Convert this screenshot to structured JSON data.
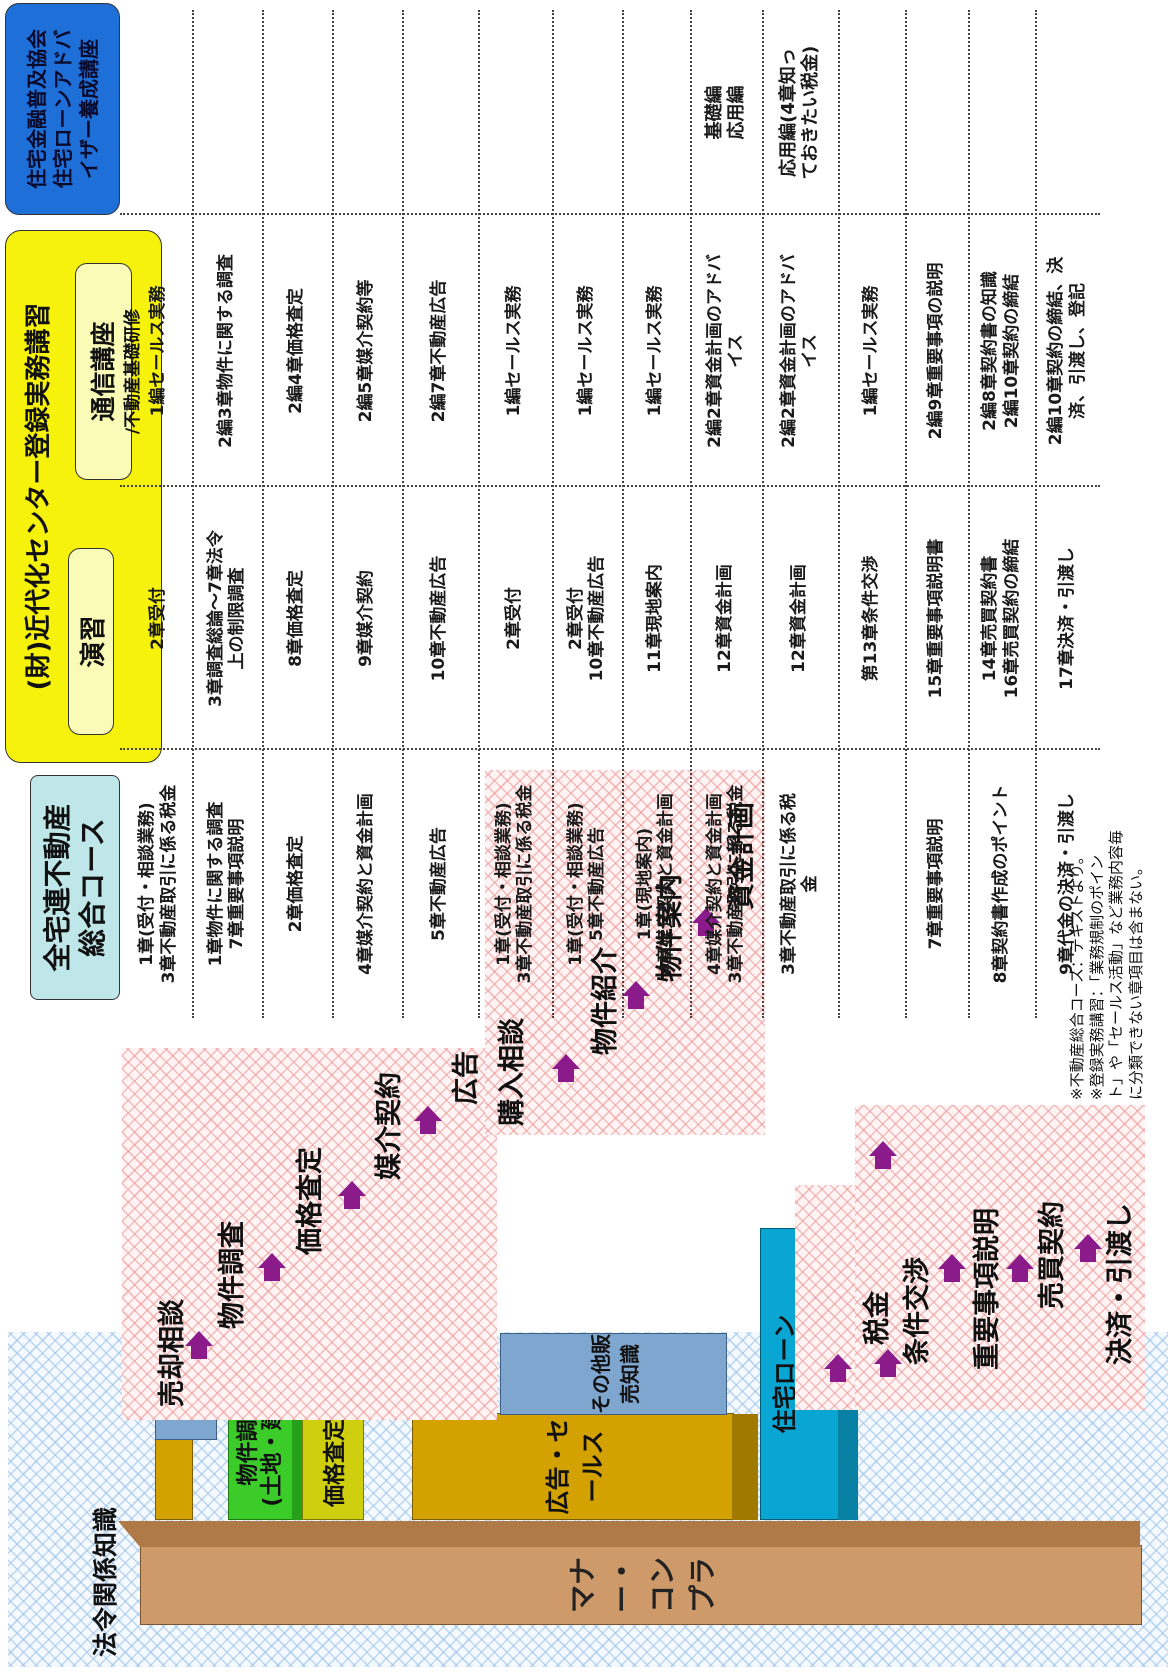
{
  "colors": {
    "zentaku_header": "#bfe7e9",
    "kinkaika_header": "#f7f20b",
    "kinkaika_sub": "#fbfbb8",
    "jhf_header": "#1f6fd8",
    "flow_arrow": "#8b1a8b",
    "base_block": "#cf9a6a",
    "kousoku_block": "#d3a200",
    "chousa_block": "#3ccc2a",
    "satei_block": "#cfcf10",
    "loan_block": "#0aa6d3",
    "other_block": "#7fa6cf"
  },
  "notes": {
    "line1": "※不動産総合コース：テキストより。",
    "line2": "※登録実務講習：「業務規制のポイン",
    "line3": "ト」や「セールス活動」など業務内容毎",
    "line4": "に分類できない章項目は含まない。"
  },
  "knowledge": {
    "title": "法令関係知識",
    "base": "マナー・コンプラ",
    "chousa": "物件調査\n(土地・建物)",
    "satei": "価格査定",
    "koukoku": "広告・セールス",
    "sonota": "その他販売知識",
    "loan": "住宅ローン\n知識"
  },
  "flow": {
    "sell": [
      "売却相談",
      "物件調査",
      "価格査定",
      "媒介契約",
      "広告"
    ],
    "buy": [
      "購入相談",
      "物件紹介",
      "物件案内",
      "資金計画"
    ],
    "tax": "税金",
    "deal": [
      "条件交渉",
      "重要事項説明",
      "売買契約",
      "決済・引渡し"
    ]
  },
  "headers": {
    "zentaku": "全宅連不動産\n総合コース",
    "kinkaika_title": "(財)近代化センター登録実務講習",
    "enshu": "演習",
    "tsushin_title": "通信講座",
    "tsushin_sub": "/不動産基礎研修",
    "jhf": "住宅金融普及協会\n住宅ローンアドバ\nイザー養成講座"
  },
  "rows": [
    {
      "zentaku": "1章(受付・相談業務)\n3章不動産取引に係る税金",
      "enshu": "2章受付",
      "tsushin": "1編セールス実務",
      "jhf": ""
    },
    {
      "zentaku": "1章物件に関する調査\n7章重要事項説明",
      "enshu": "3章調査総論～7章法令\n上の制限調査",
      "tsushin": "2編3章物件に関する調査",
      "jhf": ""
    },
    {
      "zentaku": "2章価格査定",
      "enshu": "8章価格査定",
      "tsushin": "2編4章価格査定",
      "jhf": ""
    },
    {
      "zentaku": "4章媒介契約と資金計画",
      "enshu": "9章媒介契約",
      "tsushin": "2編5章媒介契約等",
      "jhf": ""
    },
    {
      "zentaku": "5章不動産広告",
      "enshu": "10章不動産広告",
      "tsushin": "2編7章不動産広告",
      "jhf": ""
    },
    {
      "zentaku": "1章(受付・相談業務)\n3章不動産取引に係る税金",
      "enshu": "2章受付",
      "tsushin": "1編セールス実務",
      "jhf": ""
    },
    {
      "zentaku": "1章(受付・相談業務)\n5章不動産広告",
      "enshu": "2章受付\n10章不動産広告",
      "tsushin": "1編セールス実務",
      "jhf": ""
    },
    {
      "zentaku": "1章(現地案内)\n4章媒介契約と資金計画",
      "enshu": "11章現地案内",
      "tsushin": "1編セールス実務",
      "jhf": ""
    },
    {
      "zentaku": "4章媒介契約と資金計画\n3章不動産取引に係る税金",
      "enshu": "12章資金計画",
      "tsushin": "2編2章資金計画のアドバ\nイス",
      "jhf": "基礎編\n応用編"
    },
    {
      "zentaku": "3章不動産取引に係る税\n金",
      "enshu": "12章資金計画",
      "tsushin": "2編2章資金計画のアドバ\nイス",
      "jhf": "応用編(4章知っ\nておきたい税金)"
    },
    {
      "zentaku": "",
      "enshu": "第13章条件交渉",
      "tsushin": "1編セールス実務",
      "jhf": ""
    },
    {
      "zentaku": "7章重要事項説明",
      "enshu": "15章重要事項説明書",
      "tsushin": "2編9章重要事項の説明",
      "jhf": ""
    },
    {
      "zentaku": "8章契約書作成のポイント",
      "enshu": "14章売買契約書\n16章売買契約の締結",
      "tsushin": "2編8章契約書の知識\n2編10章契約の締結",
      "jhf": ""
    },
    {
      "zentaku": "9章代金の決済・引渡し",
      "enshu": "17章決済・引渡し",
      "tsushin": "2編10章契約の締結、決\n済、引渡し、登記",
      "jhf": ""
    }
  ]
}
